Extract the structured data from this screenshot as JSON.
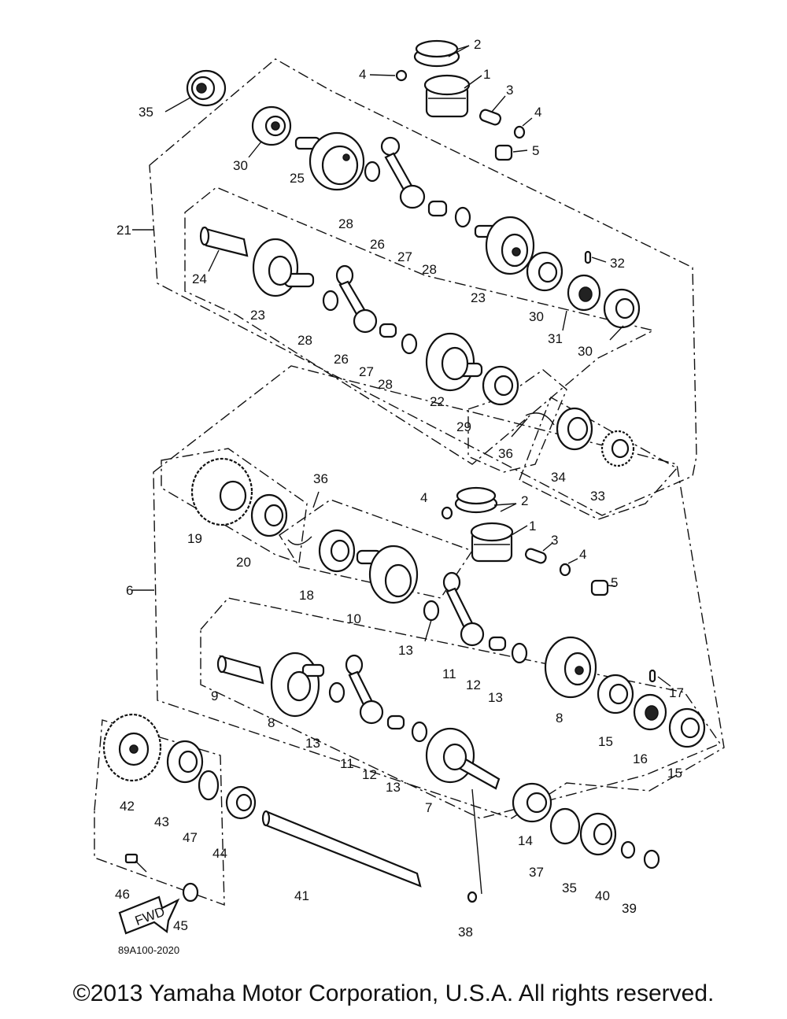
{
  "diagram": {
    "drawing_code": "89A100-2020",
    "fwd_label": "FWD",
    "callouts": [
      {
        "id": "1a",
        "label": "1"
      },
      {
        "id": "2a",
        "label": "2"
      },
      {
        "id": "3a",
        "label": "3"
      },
      {
        "id": "4a",
        "label": "4"
      },
      {
        "id": "4b",
        "label": "4"
      },
      {
        "id": "5a",
        "label": "5"
      },
      {
        "id": "35a",
        "label": "35"
      },
      {
        "id": "30a",
        "label": "30"
      },
      {
        "id": "25",
        "label": "25"
      },
      {
        "id": "28a",
        "label": "28"
      },
      {
        "id": "26a",
        "label": "26"
      },
      {
        "id": "27a",
        "label": "27"
      },
      {
        "id": "28b",
        "label": "28"
      },
      {
        "id": "21",
        "label": "21"
      },
      {
        "id": "24",
        "label": "24"
      },
      {
        "id": "23a",
        "label": "23"
      },
      {
        "id": "23b",
        "label": "23"
      },
      {
        "id": "32",
        "label": "32"
      },
      {
        "id": "30b",
        "label": "30"
      },
      {
        "id": "31",
        "label": "31"
      },
      {
        "id": "30c",
        "label": "30"
      },
      {
        "id": "28c",
        "label": "28"
      },
      {
        "id": "26b",
        "label": "26"
      },
      {
        "id": "27b",
        "label": "27"
      },
      {
        "id": "28d",
        "label": "28"
      },
      {
        "id": "22",
        "label": "22"
      },
      {
        "id": "29",
        "label": "29"
      },
      {
        "id": "36a",
        "label": "36"
      },
      {
        "id": "34",
        "label": "34"
      },
      {
        "id": "33",
        "label": "33"
      },
      {
        "id": "36b",
        "label": "36"
      },
      {
        "id": "19",
        "label": "19"
      },
      {
        "id": "20",
        "label": "20"
      },
      {
        "id": "4c",
        "label": "4"
      },
      {
        "id": "2b",
        "label": "2"
      },
      {
        "id": "1b",
        "label": "1"
      },
      {
        "id": "3b",
        "label": "3"
      },
      {
        "id": "4d",
        "label": "4"
      },
      {
        "id": "6",
        "label": "6"
      },
      {
        "id": "18",
        "label": "18"
      },
      {
        "id": "10",
        "label": "10"
      },
      {
        "id": "5b",
        "label": "5"
      },
      {
        "id": "13a",
        "label": "13"
      },
      {
        "id": "11a",
        "label": "11"
      },
      {
        "id": "12a",
        "label": "12"
      },
      {
        "id": "13b",
        "label": "13"
      },
      {
        "id": "9",
        "label": "9"
      },
      {
        "id": "8a",
        "label": "8"
      },
      {
        "id": "8b",
        "label": "8"
      },
      {
        "id": "17",
        "label": "17"
      },
      {
        "id": "15a",
        "label": "15"
      },
      {
        "id": "16",
        "label": "16"
      },
      {
        "id": "15b",
        "label": "15"
      },
      {
        "id": "13c",
        "label": "13"
      },
      {
        "id": "11b",
        "label": "11"
      },
      {
        "id": "12b",
        "label": "12"
      },
      {
        "id": "13d",
        "label": "13"
      },
      {
        "id": "7",
        "label": "7"
      },
      {
        "id": "42",
        "label": "42"
      },
      {
        "id": "43",
        "label": "43"
      },
      {
        "id": "47",
        "label": "47"
      },
      {
        "id": "44",
        "label": "44"
      },
      {
        "id": "14",
        "label": "14"
      },
      {
        "id": "37",
        "label": "37"
      },
      {
        "id": "35b",
        "label": "35"
      },
      {
        "id": "40",
        "label": "40"
      },
      {
        "id": "39",
        "label": "39"
      },
      {
        "id": "46",
        "label": "46"
      },
      {
        "id": "45",
        "label": "45"
      },
      {
        "id": "41",
        "label": "41"
      },
      {
        "id": "38",
        "label": "38"
      }
    ]
  },
  "footer": {
    "copyright": "©2013 Yamaha Motor Corporation, U.S.A. All rights reserved."
  }
}
